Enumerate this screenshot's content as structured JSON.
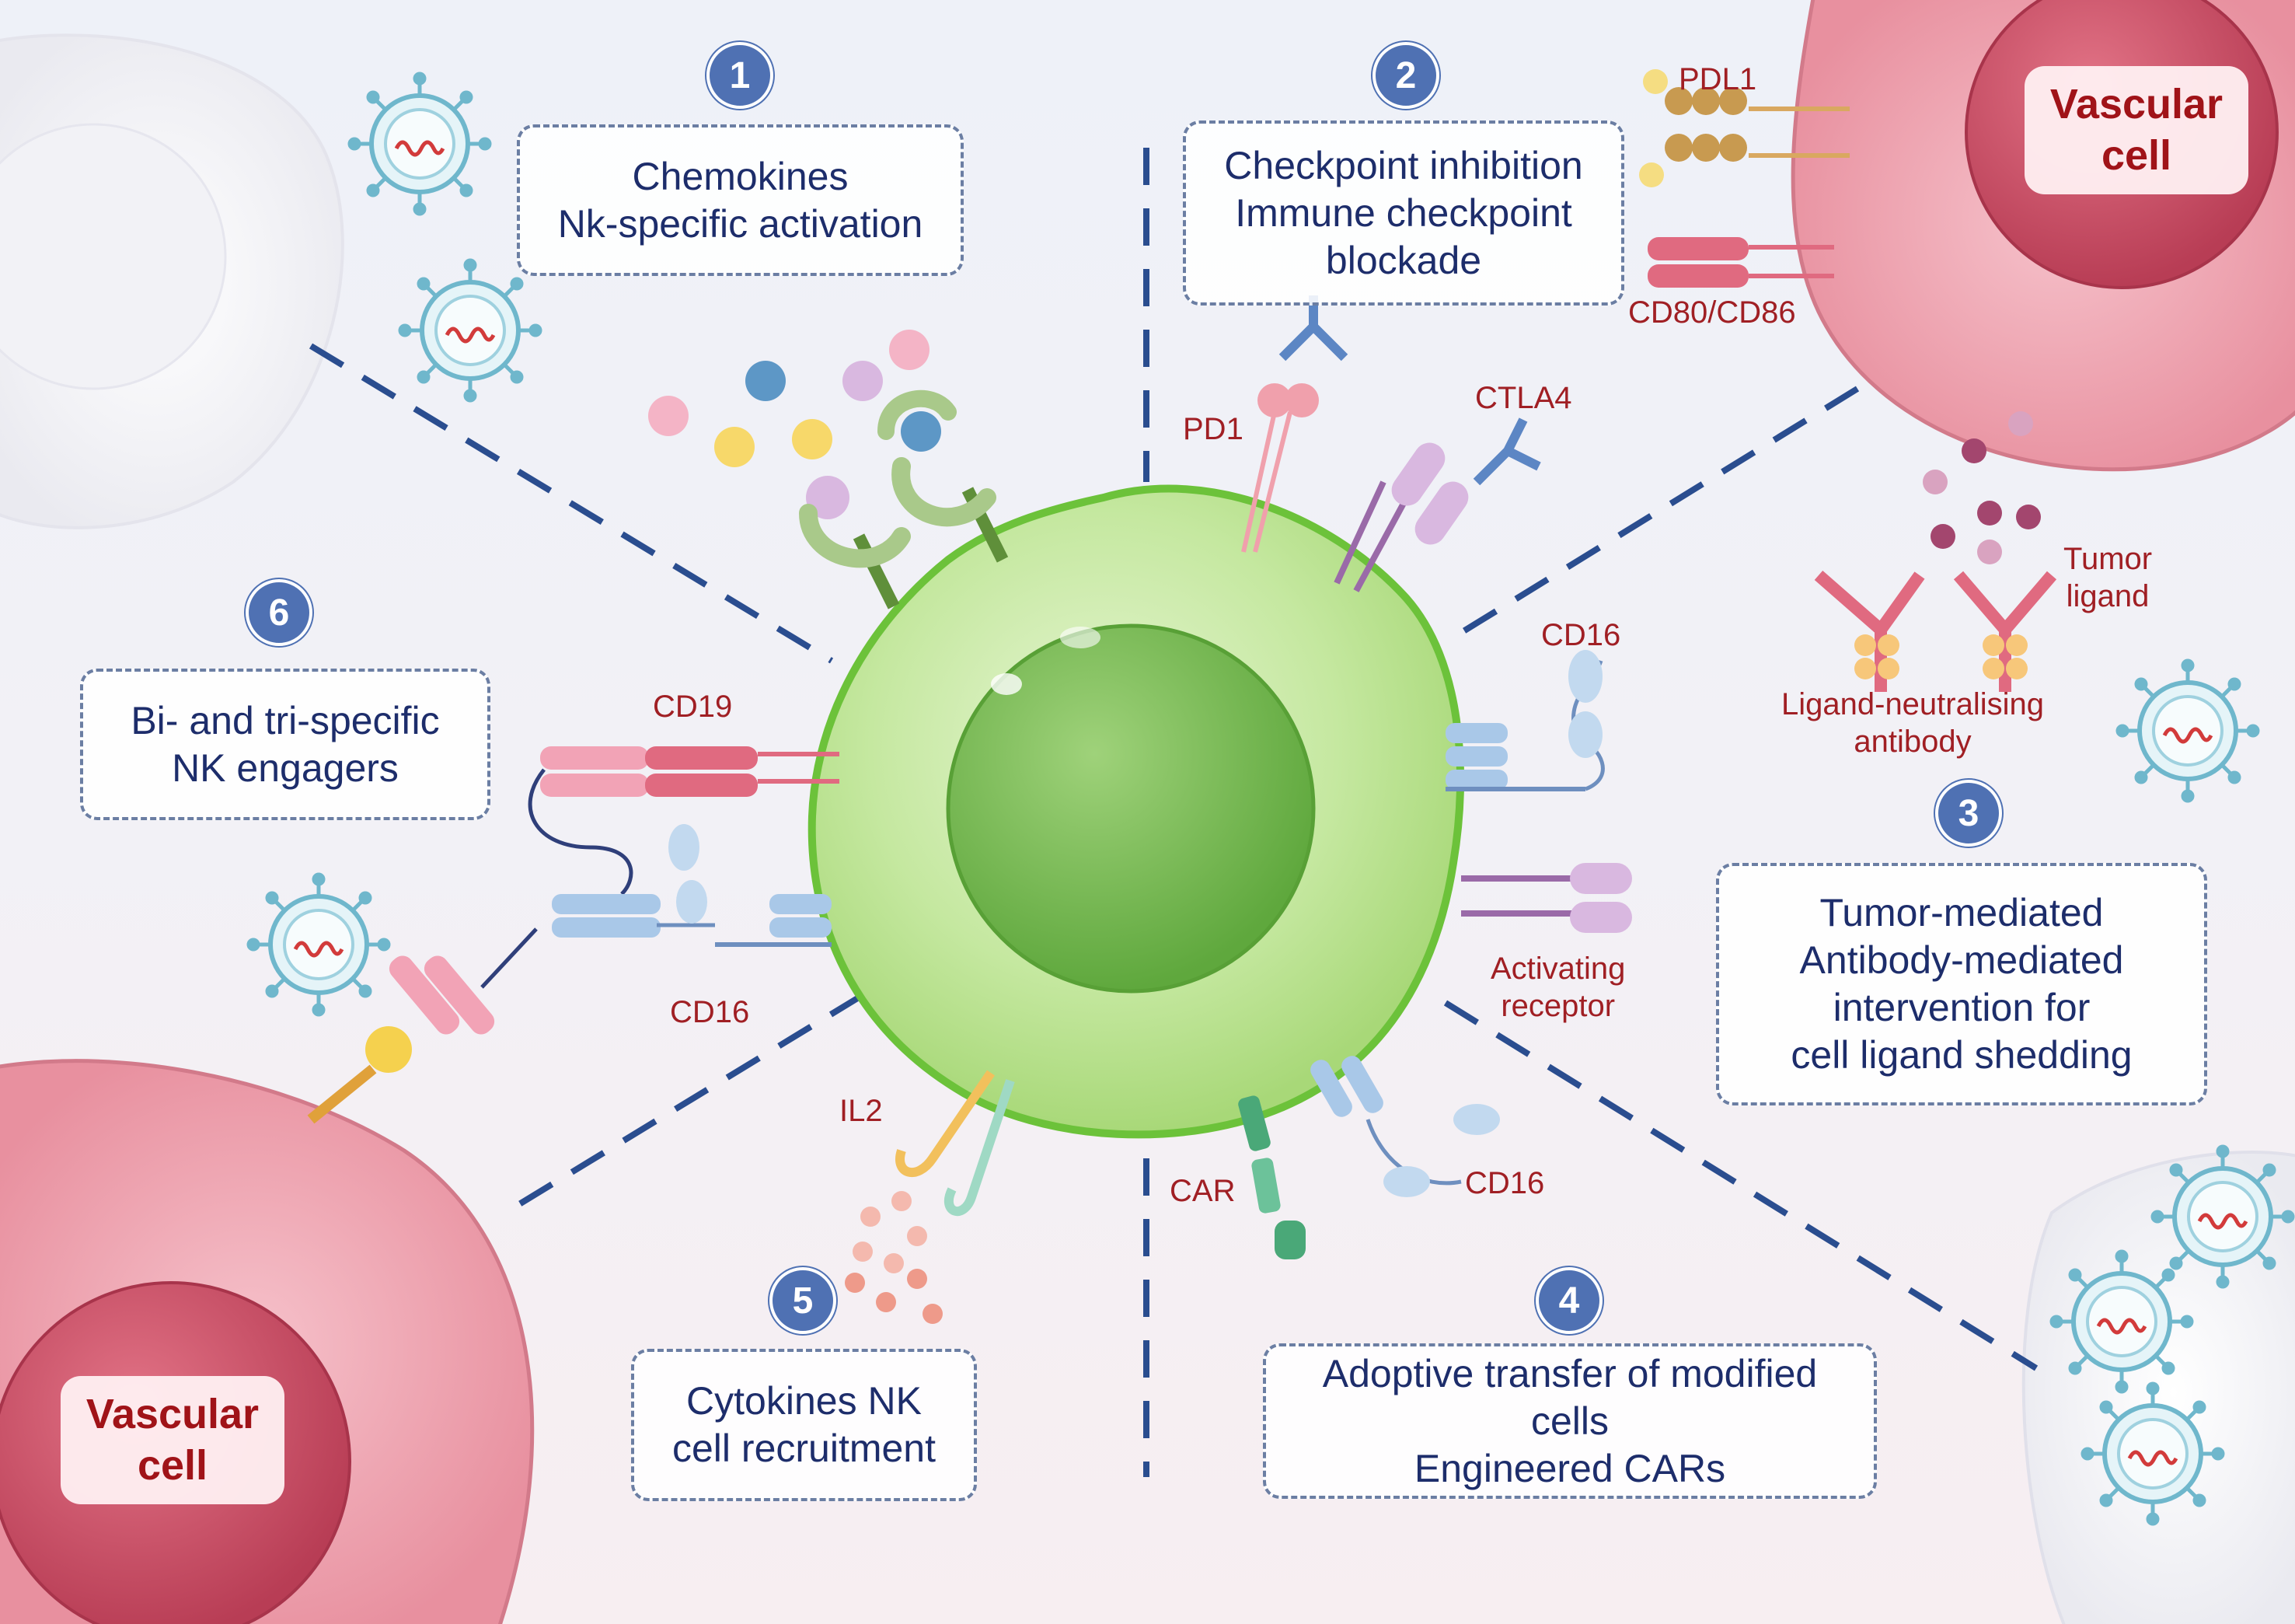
{
  "steps": [
    {
      "number": "1",
      "lines": [
        "Chemokines",
        "Nk-specific activation"
      ]
    },
    {
      "number": "2",
      "lines": [
        "Checkpoint inhibition",
        "Immune checkpoint",
        "blockade"
      ]
    },
    {
      "number": "3",
      "lines": [
        "Tumor-mediated",
        "Antibody-mediated",
        "intervention for",
        "cell ligand shedding"
      ]
    },
    {
      "number": "4",
      "lines": [
        "Adoptive transfer of modified",
        "cells",
        "Engineered CARs"
      ]
    },
    {
      "number": "5",
      "lines": [
        "Cytokines NK",
        "cell recruitment"
      ]
    },
    {
      "number": "6",
      "lines": [
        "Bi- and tri-specific",
        "NK engagers"
      ]
    }
  ],
  "cells": {
    "vascular_top_right": [
      "Vascular",
      "cell"
    ],
    "vascular_bottom_left": [
      "Vascular",
      "cell"
    ]
  },
  "labels": {
    "pdl1": "PDL1",
    "cd80_cd86": "CD80/CD86",
    "pd1": "PD1",
    "ctla4": "CTLA4",
    "cd16_right": "CD16",
    "tumor_ligand": [
      "Tumor",
      "ligand"
    ],
    "ligand_neutralising": [
      "Ligand-neutralising",
      "antibody"
    ],
    "activating_receptor": [
      "Activating",
      "receptor"
    ],
    "cd16_bottom": "CD16",
    "car": "CAR",
    "il2": "IL2",
    "cd19": "CD19",
    "cd16_left": "CD16"
  },
  "colors": {
    "nk_cell": "#a8d878",
    "nk_nucleus": "#6cb548",
    "vascular_cell": "#e88a9a",
    "vascular_nucleus": "#c0485e",
    "label_red": "#a01f24",
    "box_text": "#1d2d6b",
    "number_badge": "#4f71b3",
    "dashed_line": "#2a4d8f"
  }
}
